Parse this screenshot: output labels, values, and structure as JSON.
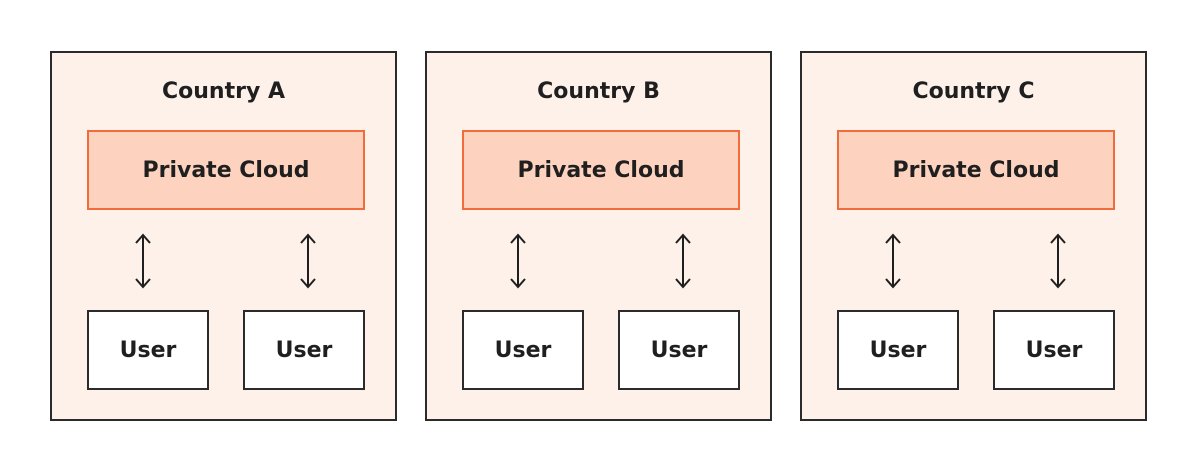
{
  "countries": [
    {
      "title": "Country A",
      "cloud_label": "Private Cloud",
      "users": [
        "User",
        "User"
      ]
    },
    {
      "title": "Country B",
      "cloud_label": "Private Cloud",
      "users": [
        "User",
        "User"
      ]
    },
    {
      "title": "Country C",
      "cloud_label": "Private Cloud",
      "users": [
        "User",
        "User"
      ]
    }
  ],
  "colors": {
    "country_fill": "#fdf1ea",
    "country_border": "#2b2b2b",
    "cloud_fill": "#fdd3c0",
    "cloud_border": "#f26b3a",
    "user_fill": "#ffffff"
  },
  "icons": {
    "connector": "double-arrow-vertical-icon"
  }
}
